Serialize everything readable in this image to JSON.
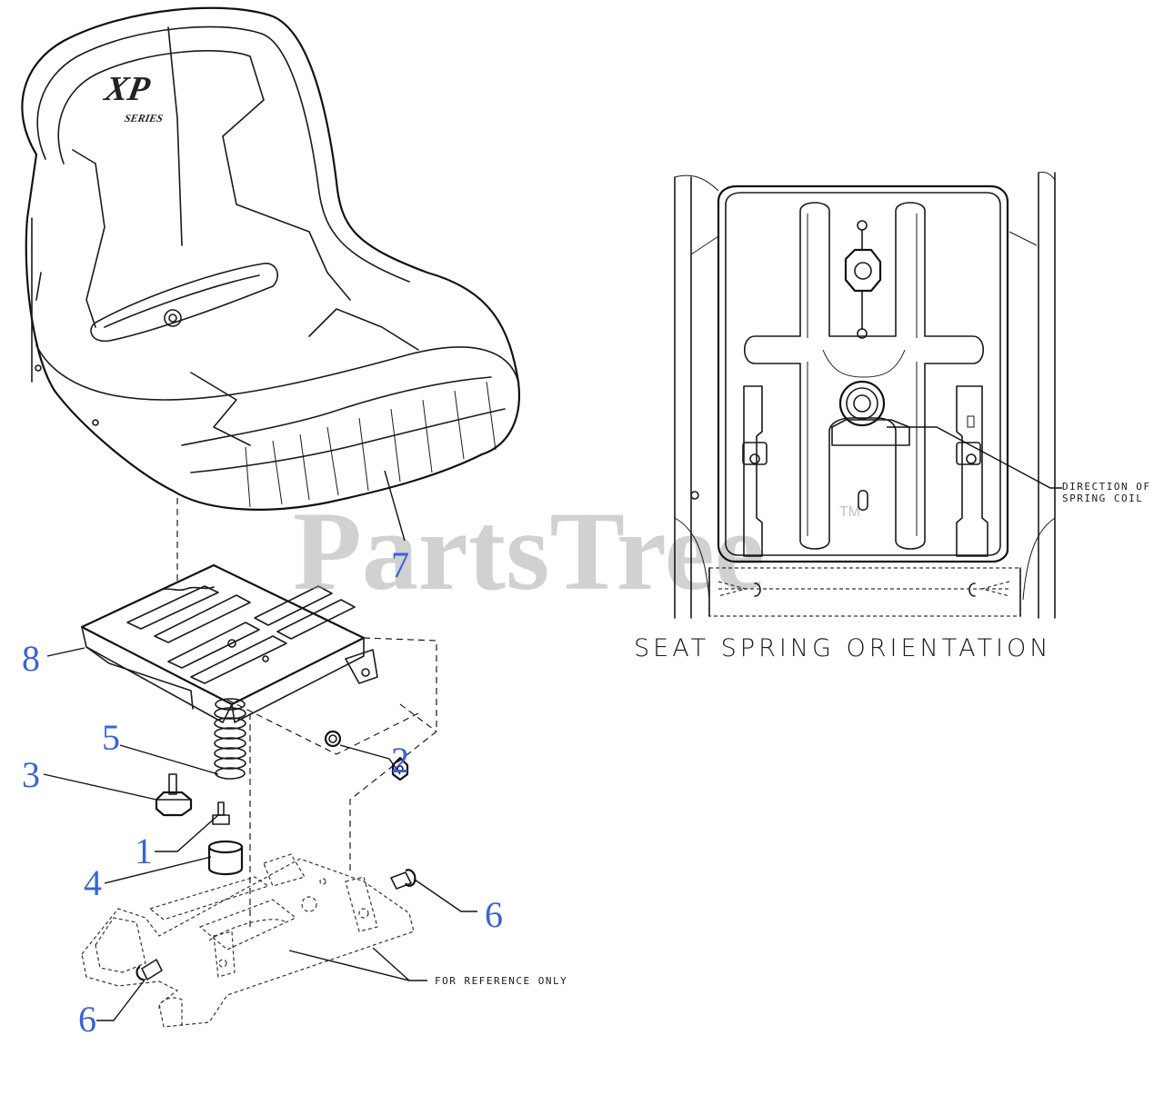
{
  "diagram": {
    "watermark": "PartsTree",
    "watermark_mark": "TM",
    "seat_logo": {
      "main": "XP",
      "sub": "SERIES"
    },
    "callouts": [
      "7",
      "8",
      "5",
      "3",
      "1",
      "4",
      "2",
      "6",
      "6"
    ],
    "reference_note": "FOR REFERENCE ONLY",
    "detail_note": {
      "line1": "DIRECTION OF",
      "line2": "SPRING COIL"
    },
    "detail_caption": "SEAT SPRING ORIENTATION",
    "colors": {
      "callout": "#3a63d6",
      "line": "#1a1a1a",
      "watermark": "#9a9a9a"
    }
  }
}
